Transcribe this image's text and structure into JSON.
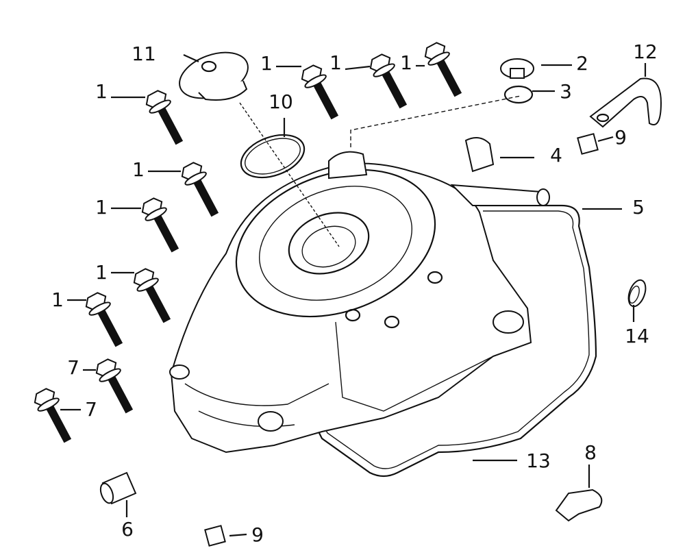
{
  "diagram": {
    "type": "exploded parts diagram",
    "callouts": [
      {
        "id": "c11a",
        "label": "11"
      },
      {
        "id": "c1a",
        "label": "1"
      },
      {
        "id": "c1b",
        "label": "1"
      },
      {
        "id": "c1c",
        "label": "1"
      },
      {
        "id": "c1d",
        "label": "1"
      },
      {
        "id": "c1e",
        "label": "1"
      },
      {
        "id": "c1f",
        "label": "1"
      },
      {
        "id": "c1g",
        "label": "1"
      },
      {
        "id": "c1h",
        "label": "1"
      },
      {
        "id": "c2",
        "label": "2"
      },
      {
        "id": "c3",
        "label": "3"
      },
      {
        "id": "c12",
        "label": "12"
      },
      {
        "id": "c10",
        "label": "10"
      },
      {
        "id": "c9a",
        "label": "9"
      },
      {
        "id": "c4",
        "label": "4"
      },
      {
        "id": "c5",
        "label": "5"
      },
      {
        "id": "c14",
        "label": "14"
      },
      {
        "id": "c7a",
        "label": "7"
      },
      {
        "id": "c7b",
        "label": "7"
      },
      {
        "id": "c13",
        "label": "13"
      },
      {
        "id": "c8",
        "label": "8"
      },
      {
        "id": "c6",
        "label": "6"
      },
      {
        "id": "c9b",
        "label": "9"
      }
    ]
  }
}
